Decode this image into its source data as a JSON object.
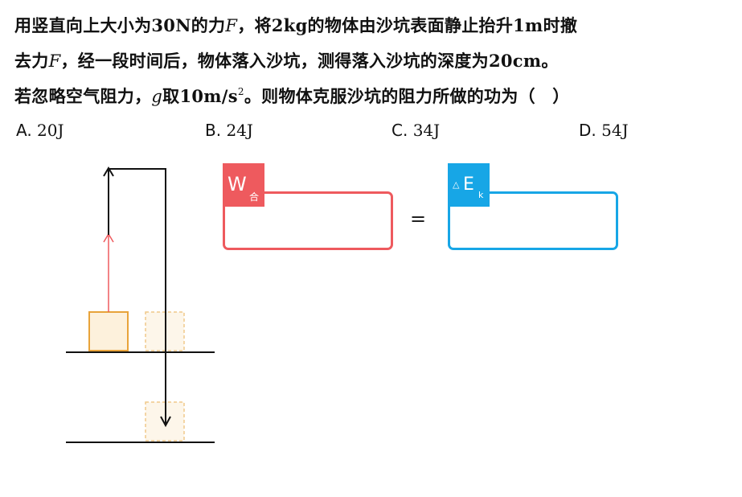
{
  "question": {
    "line1_a": "用竖直向上大小为30N的力",
    "line1_var": "F",
    "line1_b": "，将2kg的物体由沙坑表面静止抬升1m时撤",
    "line2_a": "去力",
    "line2_var": "F",
    "line2_b": "，经一段时间后，物体落入沙坑，测得落入沙坑的深度为20cm。",
    "line3_a": "若忽略空气阻力，",
    "line3_var": "g",
    "line3_b": "取10m/s",
    "line3_sup": "2",
    "line3_c": "。则物体克服沙坑的阻力所做的功为（　）"
  },
  "options": [
    {
      "letter": "A.",
      "value": "20J"
    },
    {
      "letter": "B.",
      "value": "24J"
    },
    {
      "letter": "C.",
      "value": "34J"
    },
    {
      "letter": "D.",
      "value": "54J"
    }
  ],
  "work_box": {
    "symbol": "W",
    "subscript": "合"
  },
  "equals": "=",
  "energy_box": {
    "delta": "△",
    "symbol": "E",
    "subscript": "k"
  },
  "colors": {
    "work_red": "#ee5a5e",
    "energy_blue": "#17a6e6",
    "block_orange": "#e8a33a",
    "block_fill": "#fdf1dc"
  }
}
